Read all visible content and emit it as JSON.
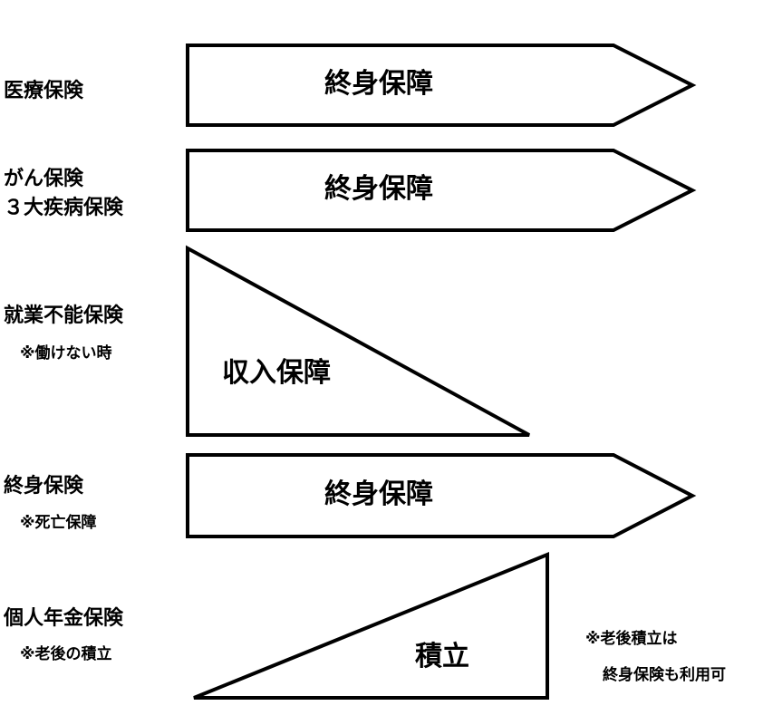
{
  "rows": [
    {
      "category": "医療保険",
      "shape_label": "終身保障"
    },
    {
      "category_lines": [
        "がん保険",
        "３大疾病保険"
      ],
      "shape_label": "終身保障"
    },
    {
      "category": "就業不能保険",
      "note": "※働けない時",
      "shape_label": "収入保障"
    },
    {
      "category": "終身保険",
      "note": "※死亡保障",
      "shape_label": "終身保障"
    },
    {
      "category": "個人年金保険",
      "note": "※老後の積立",
      "shape_label": "積立"
    }
  ],
  "side_note": {
    "line1": "※老後積立は",
    "line2": "終身保険も利用可"
  },
  "colors": {
    "stroke": "#000000",
    "fill": "#ffffff",
    "text": "#000000"
  }
}
